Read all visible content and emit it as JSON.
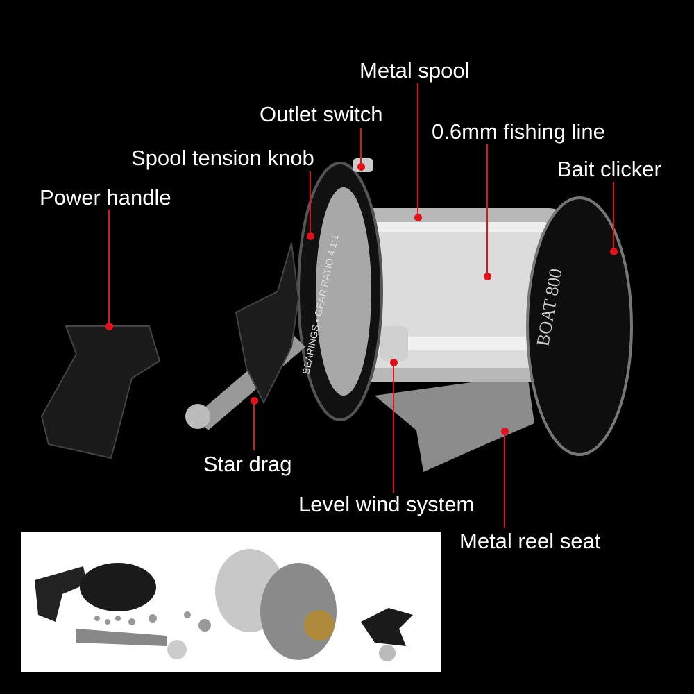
{
  "labels": {
    "metal_spool": "Metal spool",
    "outlet_switch": "Outlet switch",
    "fishing_line": "0.6mm fishing line",
    "spool_tension_knob": "Spool tension knob",
    "bait_clicker": "Bait clicker",
    "power_handle": "Power handle",
    "star_drag": "Star drag",
    "level_wind_system": "Level wind system",
    "metal_reel_seat": "Metal reel seat"
  },
  "reel_markings": {
    "model": "BOAT 800",
    "gear_ratio": "BEARINGS • GEAR RATIO 4.1:1"
  },
  "colors": {
    "background": "#000000",
    "pointer": "#e0121b",
    "text": "#ffffff"
  }
}
